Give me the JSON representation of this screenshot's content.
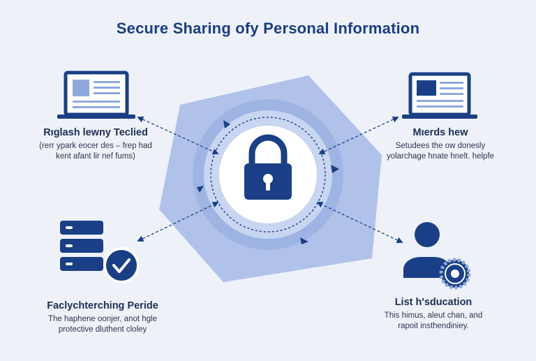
{
  "title": "Secure Sharing ofy Personal Information",
  "colors": {
    "navy": "#1a3f86",
    "hexagon": "#9fb5e3",
    "ring": "#c5d3f0",
    "background": "#eef2f8"
  },
  "nodes": {
    "top_left": {
      "icon": "laptop-icon",
      "heading": "Rıglash lewny Teclied",
      "line1": "(rerr ypark eocer des – frep had",
      "line2": "kent afant lir nef fums)"
    },
    "top_right": {
      "icon": "laptop-icon",
      "heading": "Mıerds hew",
      "line1": "Setudees the ow donesly",
      "line2": "yolarchage hnate hnelt. helpfe"
    },
    "bottom_left": {
      "icon": "server-check-icon",
      "heading": "Faclychterching Peride",
      "line1": "The haphene oonjer, anot hgle",
      "line2": "protective dluthent cloley"
    },
    "bottom_right": {
      "icon": "user-gear-icon",
      "heading": "List h'sducation",
      "line1": "This himus, aleut chan, and",
      "line2": "rapoit insthendiniey."
    }
  },
  "hub": {
    "icon": "padlock-icon"
  }
}
